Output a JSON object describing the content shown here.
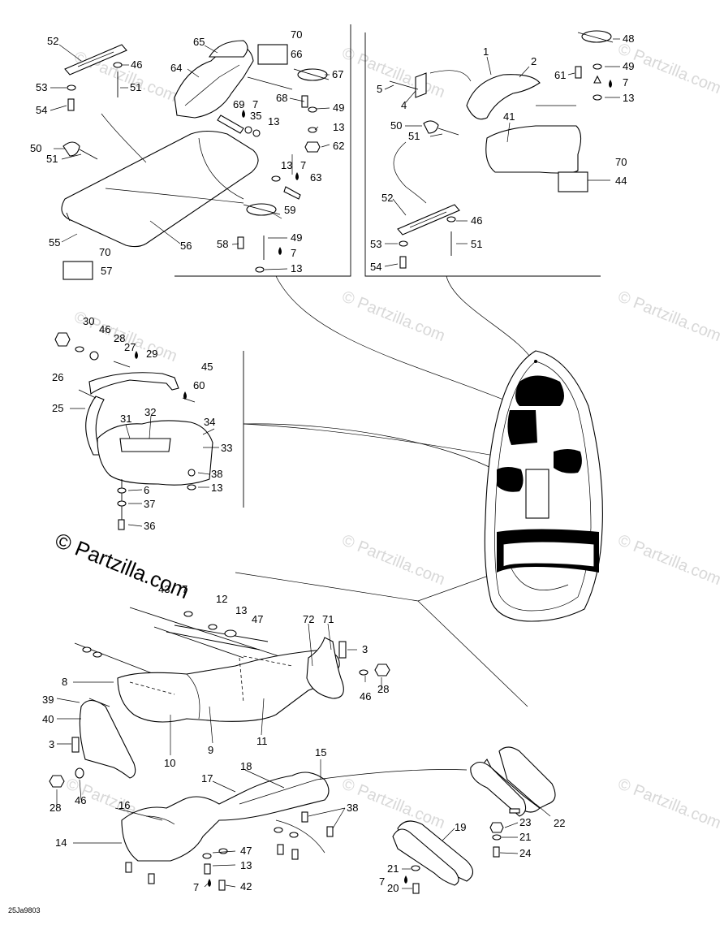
{
  "watermarks": {
    "small": "© Partzilla.com",
    "big": "© Partzilla.com"
  },
  "drawing_code": "25Ja9803",
  "labels": {
    "l52a": "52",
    "l46a": "46",
    "l53a": "53",
    "l51a": "51",
    "l54a": "54",
    "l65": "65",
    "l64": "64",
    "l70a": "70",
    "l66": "66",
    "l67": "67",
    "l68": "68",
    "l49a": "49",
    "l69": "69",
    "l7a": "7",
    "l35": "35",
    "l13a": "13",
    "l13b": "13",
    "l62": "62",
    "l50a": "50",
    "l51b": "51",
    "l7b": "7",
    "l63": "63",
    "l13c": "13",
    "l59": "59",
    "l58": "58",
    "l49b": "49",
    "l7c": "7",
    "l13d": "13",
    "l55": "55",
    "l56": "56",
    "l70b": "70",
    "l57": "57",
    "l1": "1",
    "l2": "2",
    "l5": "5",
    "l4": "4",
    "l48": "48",
    "l49c": "49",
    "l61": "61",
    "l7d": "7",
    "l13e": "13",
    "l50b": "50",
    "l41": "41",
    "l51c": "51",
    "l70c": "70",
    "l44": "44",
    "l52b": "52",
    "l46b": "46",
    "l53b": "53",
    "l51d": "51",
    "l54b": "54",
    "l30": "30",
    "l46c": "46",
    "l28a": "28",
    "l27": "27",
    "l29": "29",
    "l45": "45",
    "l26": "26",
    "l60": "60",
    "l25": "25",
    "l31": "31",
    "l32": "32",
    "l34": "34",
    "l33": "33",
    "l38a": "38",
    "l6": "6",
    "l13f": "13",
    "l37": "37",
    "l36": "36",
    "l43": "43",
    "l7e": "7",
    "l12": "12",
    "l13g": "13",
    "l47a": "47",
    "l72": "72",
    "l71": "71",
    "l3a": "3",
    "l8": "8",
    "l46d": "46",
    "l28b": "28",
    "l39": "39",
    "l40": "40",
    "l9": "9",
    "l11": "11",
    "l3b": "3",
    "l10": "10",
    "l28c": "28",
    "l46e": "46",
    "l15": "15",
    "l18": "18",
    "l17": "17",
    "l38b": "38",
    "l16": "16",
    "l14": "14",
    "l47b": "47",
    "l13h": "13",
    "l7f": "7",
    "l42": "42",
    "l19": "19",
    "l22": "22",
    "l23": "23",
    "l21a": "21",
    "l24": "24",
    "l21b": "21",
    "l7g": "7",
    "l20": "20"
  }
}
